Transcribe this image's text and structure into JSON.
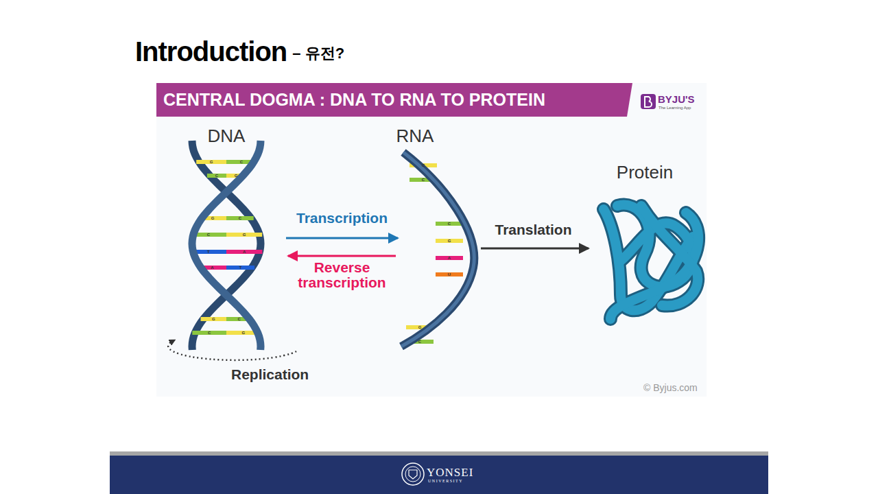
{
  "diagram": {
    "title": "Introduction",
    "nodes": [
      {
        "text": [
          "DNA"
        ]
      },
      {
        "text": [
          "RNA"
        ]
      },
      {
        "text": [
          "Protein"
        ]
      }
    ],
    "edges": [
      {
        "from": 0,
        "to": 1,
        "label": "Transcription",
        "arrow": "to"
      },
      {
        "from": 1,
        "to": 0,
        "label": "Reverse transcription",
        "arrow": "to"
      },
      {
        "from": 1,
        "to": 2,
        "label": "Translation",
        "arrow": "to"
      }
    ],
    "labels": [
      "– 유전?",
      "CENTRAL DOGMA : DNA TO RNA TO PROTEIN",
      "BYJU'S",
      "The Learning App",
      "G",
      "C",
      "C",
      "G",
      "G",
      "C",
      "C",
      "G",
      "T",
      "A",
      "A",
      "T",
      "G",
      "C",
      "C",
      "G",
      "G",
      "C",
      "C",
      "G",
      "A",
      "U",
      "G",
      "C",
      "Replication",
      "© Byjus.com",
      "YONSEI",
      "UNIVERSITY"
    ]
  }
}
